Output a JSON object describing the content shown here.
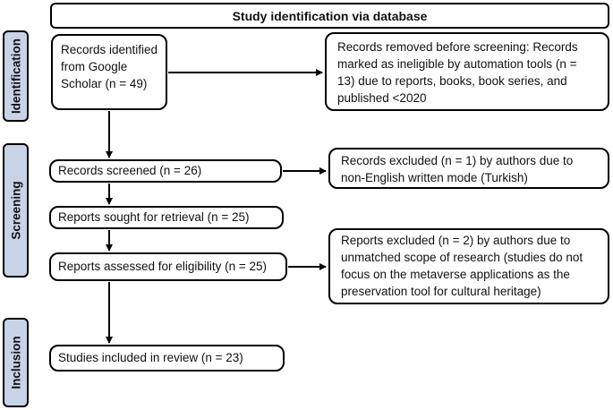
{
  "header": {
    "title": "Study identification via database"
  },
  "stages": {
    "identification": "Identification",
    "screening": "Screening",
    "inclusion": "Inclusion"
  },
  "boxes": {
    "identified": "Records identified from Google Scholar (n = 49)",
    "removed": "Records removed before screening: Records marked as ineligible by automation tools (n = 13) due to reports, books, book series, and published <2020",
    "screened": "Records screened (n = 26)",
    "excluded_1": "Records excluded (n = 1) by authors due to non-English written mode (Turkish)",
    "sought": "Reports sought for retrieval (n = 25)",
    "assessed": "Reports assessed for eligibility (n = 25)",
    "excluded_2": "Reports excluded (n = 2) by authors due to unmatched scope of research (studies do not focus on the metaverse applications as the preservation tool for cultural heritage)",
    "included": "Studies included in review (n = 23)"
  },
  "colors": {
    "stage_fill": "#c9d3e8",
    "border": "#000000"
  }
}
